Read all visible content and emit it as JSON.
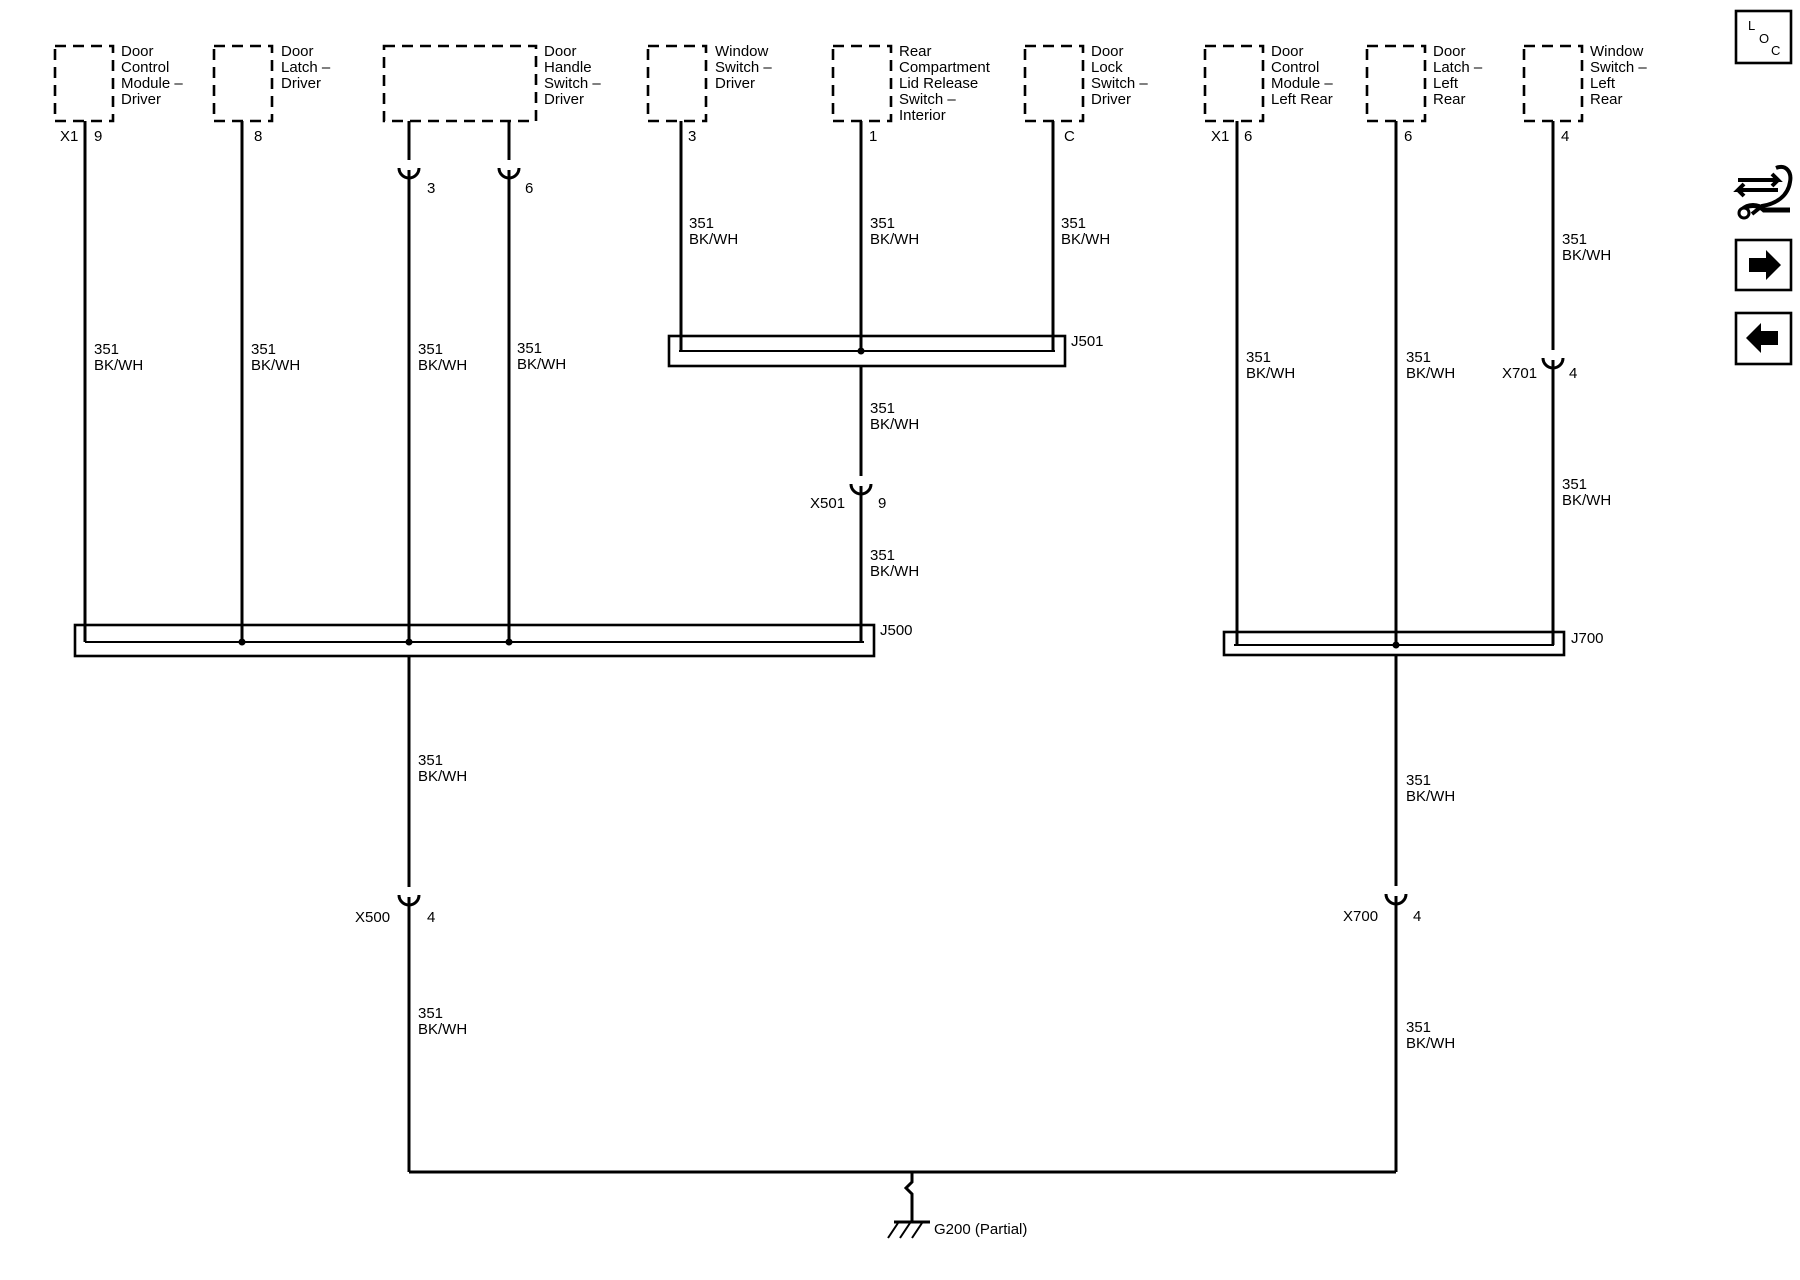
{
  "components": [
    {
      "id": "dcm-driver",
      "label": [
        "Door",
        "Control",
        "Module –",
        "Driver"
      ],
      "connector": "X1",
      "pin": "9"
    },
    {
      "id": "latch-driver",
      "label": [
        "Door",
        "Latch –",
        "Driver"
      ],
      "connector": "",
      "pin": "8"
    },
    {
      "id": "handle-driver",
      "label": [
        "Door",
        "Handle",
        "Switch –",
        "Driver"
      ],
      "connector": "",
      "pin": ""
    },
    {
      "id": "window-driver",
      "label": [
        "Window",
        "Switch –",
        "Driver"
      ],
      "connector": "",
      "pin": "3"
    },
    {
      "id": "rear-lid",
      "label": [
        "Rear",
        "Compartment",
        "Lid Release",
        "Switch –",
        "Interior"
      ],
      "connector": "",
      "pin": "1"
    },
    {
      "id": "lock-driver",
      "label": [
        "Door",
        "Lock",
        "Switch –",
        "Driver"
      ],
      "connector": "",
      "pin": "C"
    },
    {
      "id": "dcm-lr",
      "label": [
        "Door",
        "Control",
        "Module –",
        "Left Rear"
      ],
      "connector": "X1",
      "pin": "6"
    },
    {
      "id": "latch-lr",
      "label": [
        "Door",
        "Latch –",
        "Left",
        "Rear"
      ],
      "connector": "",
      "pin": "6"
    },
    {
      "id": "window-lr",
      "label": [
        "Window",
        "Switch –",
        "Left",
        "Rear"
      ],
      "connector": "",
      "pin": "4"
    }
  ],
  "wire": {
    "circuit": "351",
    "color": "BK/WH"
  },
  "splices": {
    "j500": "J500",
    "j501": "J501",
    "j700": "J700"
  },
  "inline_connectors": {
    "handle_pin_a": "3",
    "handle_pin_b": "6",
    "x501": {
      "name": "X501",
      "pin": "9"
    },
    "x701": {
      "name": "X701",
      "pin": "4"
    },
    "x500": {
      "name": "X500",
      "pin": "4"
    },
    "x700": {
      "name": "X700",
      "pin": "4"
    }
  },
  "ground": {
    "label": "G200 (Partial)"
  },
  "side_buttons": {
    "loc": {
      "l": "L",
      "o": "O",
      "c": "C"
    }
  }
}
